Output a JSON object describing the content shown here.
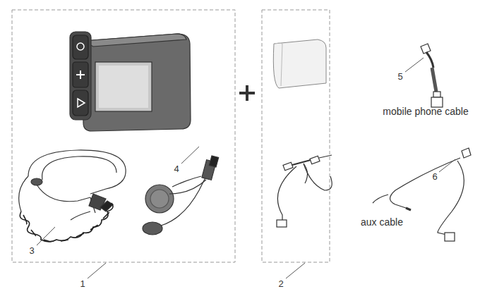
{
  "diagram": {
    "labels": [
      "5",
      "mobile phone cable",
      "4",
      "6",
      "3",
      "aux cable",
      "1",
      "2"
    ]
  }
}
